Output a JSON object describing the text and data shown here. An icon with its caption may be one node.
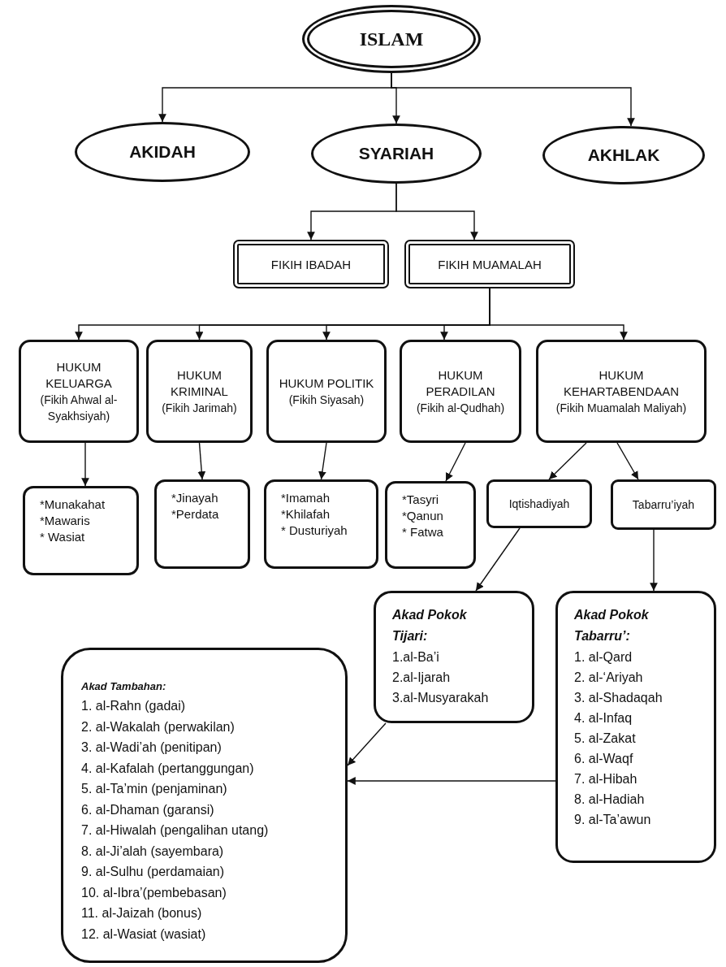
{
  "diagram": {
    "nodes": [
      {
        "text": [
          "ISLAM"
        ]
      },
      {
        "text": [
          "AKIDAH"
        ]
      },
      {
        "text": [
          "SYARIAH"
        ]
      },
      {
        "text": [
          "AKHLAK"
        ]
      },
      {
        "text": [
          "FIKIH IBADAH"
        ]
      },
      {
        "text": [
          "FIKIH MUAMALAH"
        ]
      },
      {
        "text": [
          "HUKUM KELUARGA",
          "(Fikih Ahwal al-Syakhsiyah)"
        ]
      },
      {
        "text": [
          "HUKUM KRIMINAL",
          "(Fikih Jarimah)"
        ]
      },
      {
        "text": [
          "HUKUM POLITIK",
          "(Fikih Siyasah)"
        ]
      },
      {
        "text": [
          "HUKUM PERADILAN",
          "(Fikih al-Qudhah)"
        ]
      },
      {
        "text": [
          "HUKUM KEHARTABENDAAN",
          "(Fikih Muamalah Maliyah)"
        ]
      },
      {
        "text": [
          "*Munakahat",
          "*Mawaris",
          "* Wasiat"
        ]
      },
      {
        "text": [
          "*Jinayah",
          "*Perdata"
        ]
      },
      {
        "text": [
          "*Imamah",
          "*Khilafah",
          "* Dusturiyah"
        ]
      },
      {
        "text": [
          "*Tasyri",
          "*Qanun",
          "* Fatwa"
        ]
      },
      {
        "text": [
          "Iqtishadiyah"
        ]
      },
      {
        "text": [
          "Tabarru’iyah"
        ]
      },
      {
        "text": [
          "Akad Pokok Tijari:",
          "1.al-Ba’i",
          "2.al-Ijarah",
          "3.al-Musyarakah"
        ]
      },
      {
        "text": [
          "Akad Pokok Tabarru’:",
          "1. al-Qard",
          "2. al-‘Ariyah",
          "3. al-Shadaqah",
          "4. al-Infaq",
          "5. al-Zakat",
          "6. al-Waqf",
          "7. al-Hibah",
          "8. al-Hadiah",
          "9. al-Ta’awun"
        ]
      },
      {
        "text": [
          "Akad Tambahan:",
          "1. al-Rahn (gadai)",
          "2. al-Wakalah (perwakilan)",
          "3. al-Wadi’ah (penitipan)",
          "4. al-Kafalah (pertanggungan)",
          "5. al-Ta’min (penjaminan)",
          "6. al-Dhaman (garansi)",
          "7. al-Hiwalah (pengalihan utang)",
          "8. al-Ji’alah (sayembara)",
          "9. al-Sulhu (perdamaian)",
          "10. al-Ibra’(pembebasan)",
          "11. al-Jaizah (bonus)",
          "12. al-Wasiat (wasiat)"
        ]
      }
    ],
    "edges": [
      {
        "from": 0,
        "to": 1,
        "arrow": "to"
      },
      {
        "from": 0,
        "to": 2,
        "arrow": "to"
      },
      {
        "from": 0,
        "to": 3,
        "arrow": "to"
      },
      {
        "from": 2,
        "to": 4,
        "arrow": "to"
      },
      {
        "from": 2,
        "to": 5,
        "arrow": "to"
      },
      {
        "from": 5,
        "to": 6,
        "arrow": "to"
      },
      {
        "from": 5,
        "to": 7,
        "arrow": "to"
      },
      {
        "from": 5,
        "to": 8,
        "arrow": "to"
      },
      {
        "from": 5,
        "to": 9,
        "arrow": "to"
      },
      {
        "from": 5,
        "to": 10,
        "arrow": "to"
      },
      {
        "from": 6,
        "to": 11,
        "arrow": "to"
      },
      {
        "from": 7,
        "to": 12,
        "arrow": "to"
      },
      {
        "from": 8,
        "to": 13,
        "arrow": "to"
      },
      {
        "from": 9,
        "to": 14,
        "arrow": "to"
      },
      {
        "from": 10,
        "to": 15,
        "arrow": "to"
      },
      {
        "from": 10,
        "to": 16,
        "arrow": "to"
      },
      {
        "from": 15,
        "to": 17,
        "arrow": "to"
      },
      {
        "from": 16,
        "to": 18,
        "arrow": "to"
      },
      {
        "from": 17,
        "to": 19,
        "arrow": "to"
      },
      {
        "from": 18,
        "to": 19,
        "arrow": "to"
      }
    ]
  }
}
